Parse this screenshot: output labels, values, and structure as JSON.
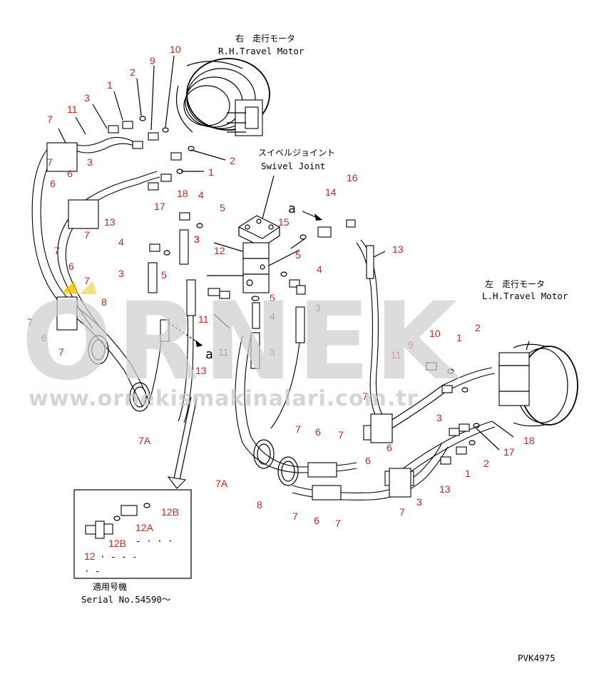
{
  "labels": {
    "rh_motor_jp": "右　走行モータ",
    "rh_motor_en": "R.H.Travel Motor",
    "swivel_jp": "スイベルジョイント",
    "swivel_en": "Swivel Joint",
    "lh_motor_jp": "左　走行モータ",
    "lh_motor_en": "L.H.Travel Motor",
    "view_a_top": "a",
    "view_a_mid": "a",
    "serial_jp": "適用号機",
    "serial_en": "Serial No.54590～",
    "drawing_code": "PVK4975",
    "inset_dashes_1": "- · · ·",
    "inset_dashes_2": "· - - -",
    "inset_dashes_3": "· -"
  },
  "watermark": {
    "brand": "ORNEK",
    "url": "www.ornekismakinalari.com.tr"
  },
  "colors": {
    "callout": "#cc1f1f",
    "line": "#000000",
    "watermark": "#cfcfcf",
    "watermark_accent": "#f2c200"
  },
  "callouts": {
    "c1": "7",
    "c2": "11",
    "c3": "3",
    "c4": "1",
    "c5": "2",
    "c6": "9",
    "c7": "10",
    "c8": "3",
    "c9": "2",
    "c10": "1",
    "c11": "18",
    "c12": "17",
    "c13": "7",
    "c14": "6",
    "c15": "6",
    "c16": "13",
    "c17": "7",
    "c18": "4",
    "c19": "5",
    "c20": "3",
    "c21": "14",
    "c22": "16",
    "c23": "15",
    "c24": "13",
    "c25": "4",
    "c26": "5",
    "c27": "12",
    "c28": "5",
    "c29": "4",
    "c30": "3",
    "c31": "6",
    "c32": "7",
    "c33": "8",
    "c34": "7",
    "c35": "7",
    "c36": "6",
    "c37": "7",
    "c38": "3",
    "c39": "11",
    "c40": "5",
    "c41": "4",
    "c42": "3",
    "c43": "11",
    "c44": "3",
    "c45": "13",
    "c46": "7A",
    "c47": "10",
    "c48": "1",
    "c49": "2",
    "c50": "9",
    "c51": "11",
    "c52": "7",
    "c53": "3",
    "c54": "6",
    "c55": "6",
    "c56": "18",
    "c57": "17",
    "c58": "2",
    "c59": "1",
    "c60": "13",
    "c61": "3",
    "c62": "7",
    "c63": "7",
    "c64": "6",
    "c65": "7",
    "c66": "7A",
    "c67": "8",
    "c68": "7",
    "c69": "6",
    "c70": "7",
    "c71": "12B",
    "c72": "12A",
    "c73": "12B",
    "c74": "12"
  }
}
